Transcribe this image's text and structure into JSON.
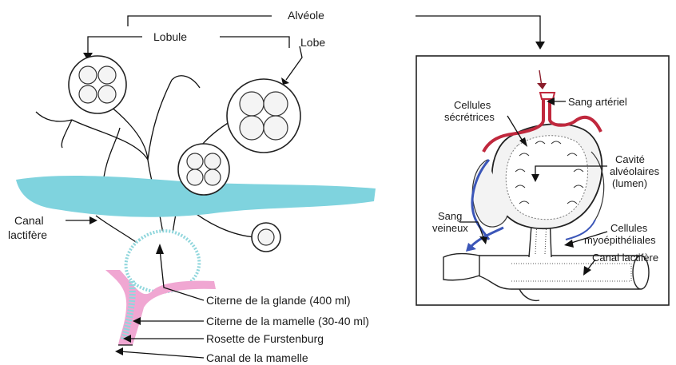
{
  "labels": {
    "alveole": "Alvéole",
    "lobule": "Lobule",
    "lobe": "Lobe",
    "canal_lactifere_1": "Canal",
    "canal_lactifere_2": "lactifère",
    "citerne_glande": "Citerne de la glande (400 ml)",
    "citerne_mamelle": "Citerne de la mamelle (30-40 ml)",
    "rosette": "Rosette de Furstenburg",
    "canal_mamelle": "Canal de la mamelle"
  },
  "inset_labels": {
    "sang_arteriel": "Sang artériel",
    "cellules_secretrices_1": "Cellules",
    "cellules_secretrices_2": "sécrétrices",
    "cavite_1": "Cavité",
    "cavite_2": "alvéolaires",
    "cavite_3": "(lumen)",
    "sang_veineux_1": "Sang",
    "sang_veineux_2": "veineux",
    "myo_1": "Cellules",
    "myo_2": "myoépithéliales",
    "canal_lactifere": "Canal lactifère"
  },
  "colors": {
    "fat_band": "#7fd3de",
    "teat": "#f0a7d2",
    "cistern_dots": "#8fd6dc",
    "artery": "#c0283d",
    "vein": "#3b56b8"
  }
}
